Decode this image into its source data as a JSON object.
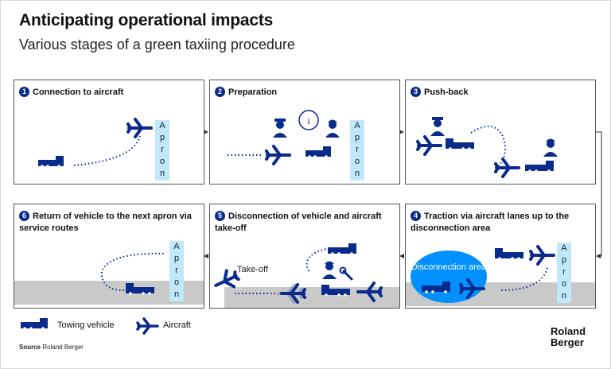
{
  "header": {
    "title": "Anticipating operational impacts",
    "subtitle": "Various stages of a green taxiing procedure"
  },
  "panels": {
    "p1": {
      "num": "1",
      "title": "Connection to aircraft"
    },
    "p2": {
      "num": "2",
      "title": "Preparation"
    },
    "p3": {
      "num": "3",
      "title": "Push-back"
    },
    "p4": {
      "num": "4",
      "title": "Traction via aircraft lanes up to the disconnection area"
    },
    "p5": {
      "num": "5",
      "title": "Disconnection of vehicle and aircraft take-off"
    },
    "p6": {
      "num": "6",
      "title": "Return of vehicle to the next apron via service routes"
    }
  },
  "labels": {
    "apron": [
      "A",
      "p",
      "r",
      "o",
      "n"
    ],
    "disconnection": "Disconnection area",
    "takeoff": "Take-off"
  },
  "legend": {
    "vehicle": "Towing vehicle",
    "aircraft": "Aircraft"
  },
  "footer": {
    "source_label": "Source",
    "source_value": "Roland Berger",
    "logo_line1": "Roland",
    "logo_line2": "Berger"
  },
  "colors": {
    "navy": "#0a2a8c",
    "apron": "#bfe8fb",
    "disc": "#0090ff",
    "road": "#c9c9c9"
  }
}
